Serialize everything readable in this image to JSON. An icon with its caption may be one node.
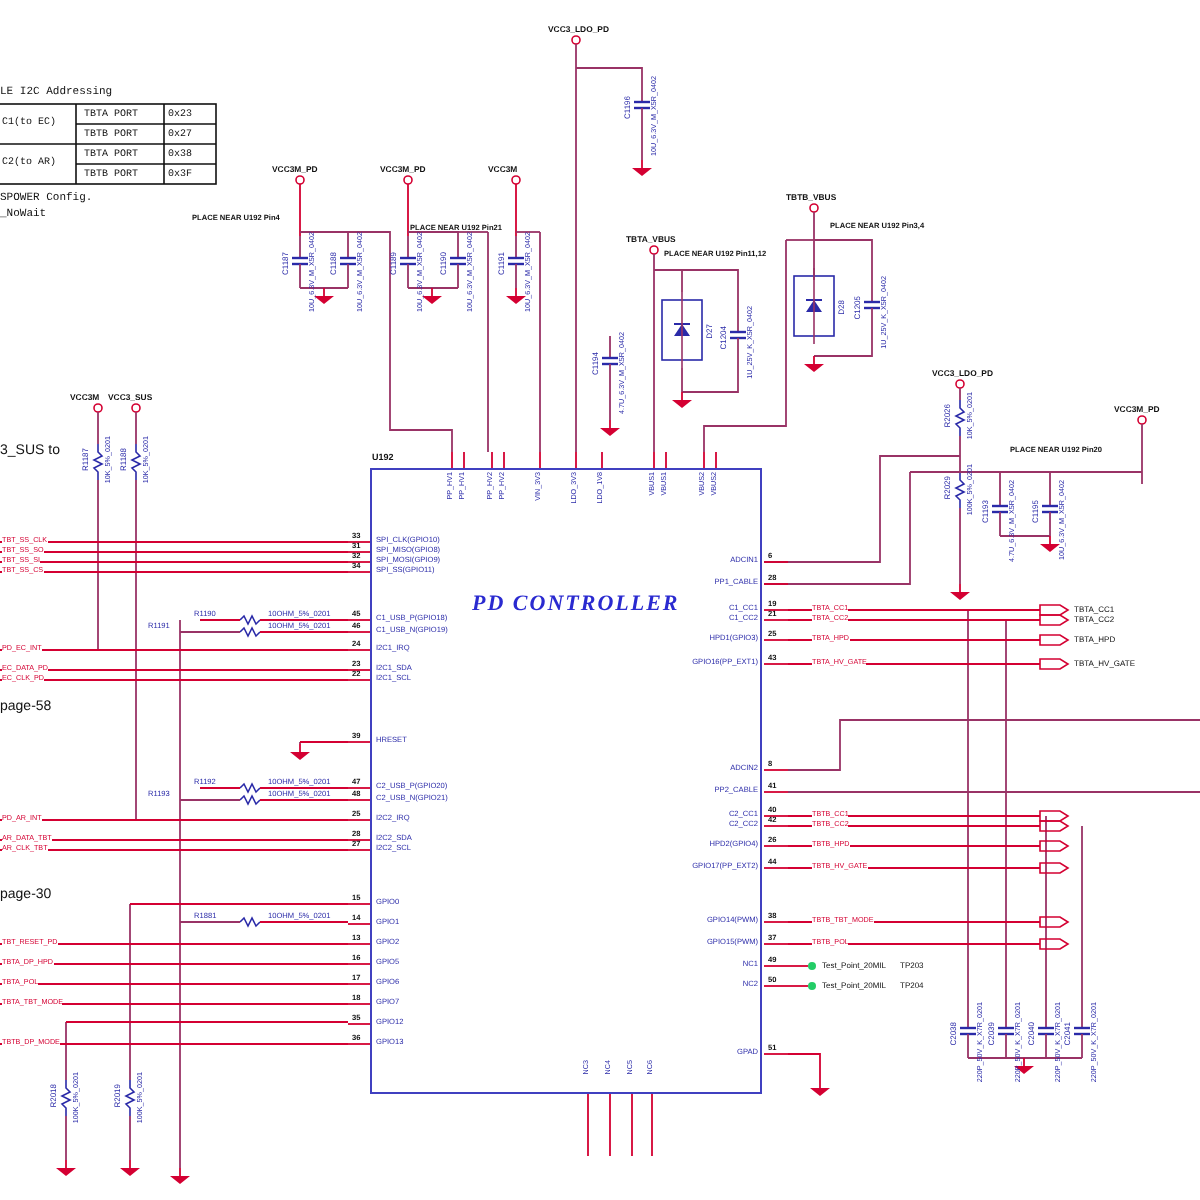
{
  "diagram": {
    "nodes": [
      {
        "text": [
          "PD CONTROLLER"
        ],
        "beside": [
          "U192"
        ]
      }
    ],
    "labels": [
      "LE I2C Addressing",
      "C1(to EC)",
      "TBTA PORT",
      "0x23",
      "TBTB PORT",
      "0x27",
      "C2(to AR)",
      "TBTA PORT",
      "0x38",
      "TBTB PORT",
      "0x3F",
      "SPOWER Config.",
      "_NoWait",
      "3_SUS to",
      "page-58",
      "page-30",
      "VCC3_LDO_PD",
      "VCC3M_PD",
      "VCC3M_PD",
      "VCC3M",
      "TBTA_VBUS",
      "TBTB_VBUS",
      "VCC3_LDO_PD",
      "VCC3M_PD",
      "VCC3M",
      "VCC3_SUS",
      "PLACE NEAR U192 Pin4",
      "PLACE NEAR U192 Pin21",
      "PLACE NEAR U192 Pin11,12",
      "PLACE NEAR U192 Pin3,4",
      "PLACE NEAR U192 Pin20",
      "C1187",
      "10U_6.3V_M_X5R_0402",
      "C1188",
      "10U_6.3V_M_X5R_0402",
      "C1189",
      "10U_6.3V_M_X5R_0402",
      "C1190",
      "10U_6.3V_M_X5R_0402",
      "C1191",
      "10U_6.3V_M_X5R_0402",
      "C1196",
      "10U_6.3V_M_X5R_0402",
      "C1194",
      "4.7U_6.3V_M_X5R_0402",
      "C1204",
      "1U_25V_K_X5R_0402",
      "C1205",
      "1U_25V_K_X5R_0402",
      "C1193",
      "4.7U_6.3V_M_X5R_0402",
      "C1195",
      "10U_6.3V_M_X5R_0402",
      "C2038",
      "220P_50V_K_X7R_0201",
      "C2039",
      "220P_50V_K_X7R_0201",
      "C2040",
      "220P_50V_K_X7R_0201",
      "C2041",
      "220P_50V_K_X7R_0201",
      "D27",
      "D28",
      "R1187",
      "10K_5%_0201",
      "R1188",
      "10K_5%_0201",
      "R2026",
      "10K_5%_0201",
      "R2029",
      "100K_5%_0201",
      "R2018",
      "100K_5%_0201",
      "R2019",
      "100K_5%_0201",
      "R1190",
      "10OHM_5%_0201",
      "R1191",
      "10OHM_5%_0201",
      "R1192",
      "10OHM_5%_0201",
      "R1193",
      "10OHM_5%_0201",
      "R1881",
      "10OHM_5%_0201",
      "33",
      "SPI_CLK(GPIO10)",
      "31",
      "SPI_MISO(GPIO8)",
      "32",
      "SPI_MOSI(GPIO9)",
      "34",
      "SPI_SS(GPIO11)",
      "45",
      "C1_USB_P(GPIO18)",
      "46",
      "C1_USB_N(GPIO19)",
      "24",
      "I2C1_IRQ",
      "23",
      "I2C1_SDA",
      "22",
      "I2C1_SCL",
      "39",
      "HRESET",
      "47",
      "C2_USB_P(GPIO20)",
      "48",
      "C2_USB_N(GPIO21)",
      "25",
      "I2C2_IRQ",
      "28",
      "I2C2_SDA",
      "27",
      "I2C2_SCL",
      "15",
      "GPIO0",
      "14",
      "GPIO1",
      "13",
      "GPIO2",
      "16",
      "GPIO5",
      "17",
      "GPIO6",
      "18",
      "GPIO7",
      "35",
      "GPIO12",
      "36",
      "GPIO13",
      "6",
      "ADCIN1",
      "28",
      "PP1_CABLE",
      "19",
      "C1_CC1",
      "21",
      "C1_CC2",
      "25",
      "HPD1(GPIO3)",
      "43",
      "GPIO16(PP_EXT1)",
      "8",
      "ADCIN2",
      "41",
      "PP2_CABLE",
      "40",
      "C2_CC1",
      "42",
      "C2_CC2",
      "26",
      "HPD2(GPIO4)",
      "44",
      "GPIO17(PP_EXT2)",
      "38",
      "GPIO14(PWM)",
      "37",
      "GPIO15(PWM)",
      "49",
      "NC1",
      "50",
      "NC2",
      "51",
      "GPAD",
      "PP_HV1",
      "PP_HV1",
      "PP_HV2",
      "PP_HV2",
      "VIN_3V3",
      "LDO_3V3",
      "LDO_1V8",
      "VBUS1",
      "VBUS1",
      "VBUS2",
      "VBUS2",
      "NC3",
      "NC4",
      "NC5",
      "NC6",
      "TBT_SS_CLK",
      "TBT_SS_SO",
      "TBT_SS_SI",
      "TBT_SS_CS",
      "PD_EC_INT",
      "EC_DATA_PD",
      "EC_CLK_PD",
      "PD_AR_INT",
      "AR_DATA_TBT",
      "AR_CLK_TBT",
      "TBT_RESET_PD",
      "TBTA_DP_HPD",
      "TBTA_POL",
      "TBTA_TBT_MODE",
      "TBTB_DP_MODE",
      "TBTA_CC1",
      "TBTA_CC2",
      "TBTA_HPD",
      "TBTA_HV_GATE",
      "TBTB_CC1",
      "TBTB_CC2",
      "TBTB_HPD",
      "TBTB_HV_GATE",
      "TBTB_TBT_MODE",
      "TBTB_POL",
      "TBTA_CC1",
      "TBTA_CC2",
      "TBTA_HPD",
      "TBTA_HV_GATE",
      "Test_Point_20MIL",
      "TP203",
      "Test_Point_20MIL",
      "TP204"
    ]
  }
}
